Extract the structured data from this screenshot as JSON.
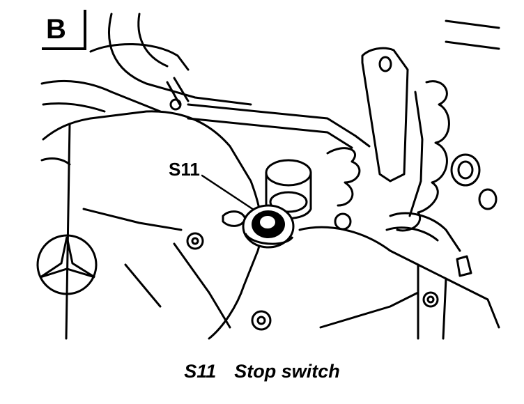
{
  "panel_label": "B",
  "callout_label": "S11",
  "legend": {
    "code": "S11",
    "text": "Stop switch"
  },
  "icons": [
    "mercedes-star-emblem",
    "stop-switch",
    "engine-drawing"
  ]
}
